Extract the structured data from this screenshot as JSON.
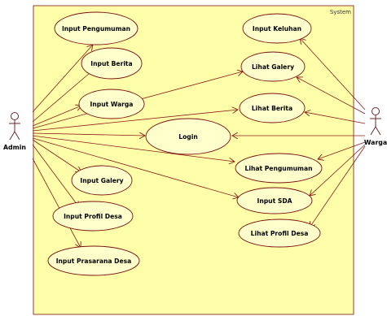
{
  "system": {
    "label": "System",
    "fill": "#ffffaa",
    "stroke": "#7a1010"
  },
  "colors": {
    "line": "#8b1a1a",
    "ellipse_stroke": "#7a1010",
    "ellipse_fill": "#ffffcc"
  },
  "actors": {
    "admin": {
      "name": "Admin"
    },
    "warga": {
      "name": "Warga"
    }
  },
  "use_cases": {
    "input_pengumuman": "Input Pengumuman",
    "input_berita": "Input Berita",
    "input_warga": "Input Warga",
    "input_galery": "Input Galery",
    "input_profil_desa": "Input Profil Desa",
    "input_prasarana_desa": "Input Prasarana Desa",
    "login": "Login",
    "input_keluhan": "Input Keluhan",
    "lihat_galery": "Lihat Galery",
    "lihat_berita": "Lihat Berita",
    "lihat_pengumuman": "Lihat Pengumuman",
    "input_sda": "Input SDA",
    "lihat_profil_desa": "Lihat Profil Desa"
  }
}
